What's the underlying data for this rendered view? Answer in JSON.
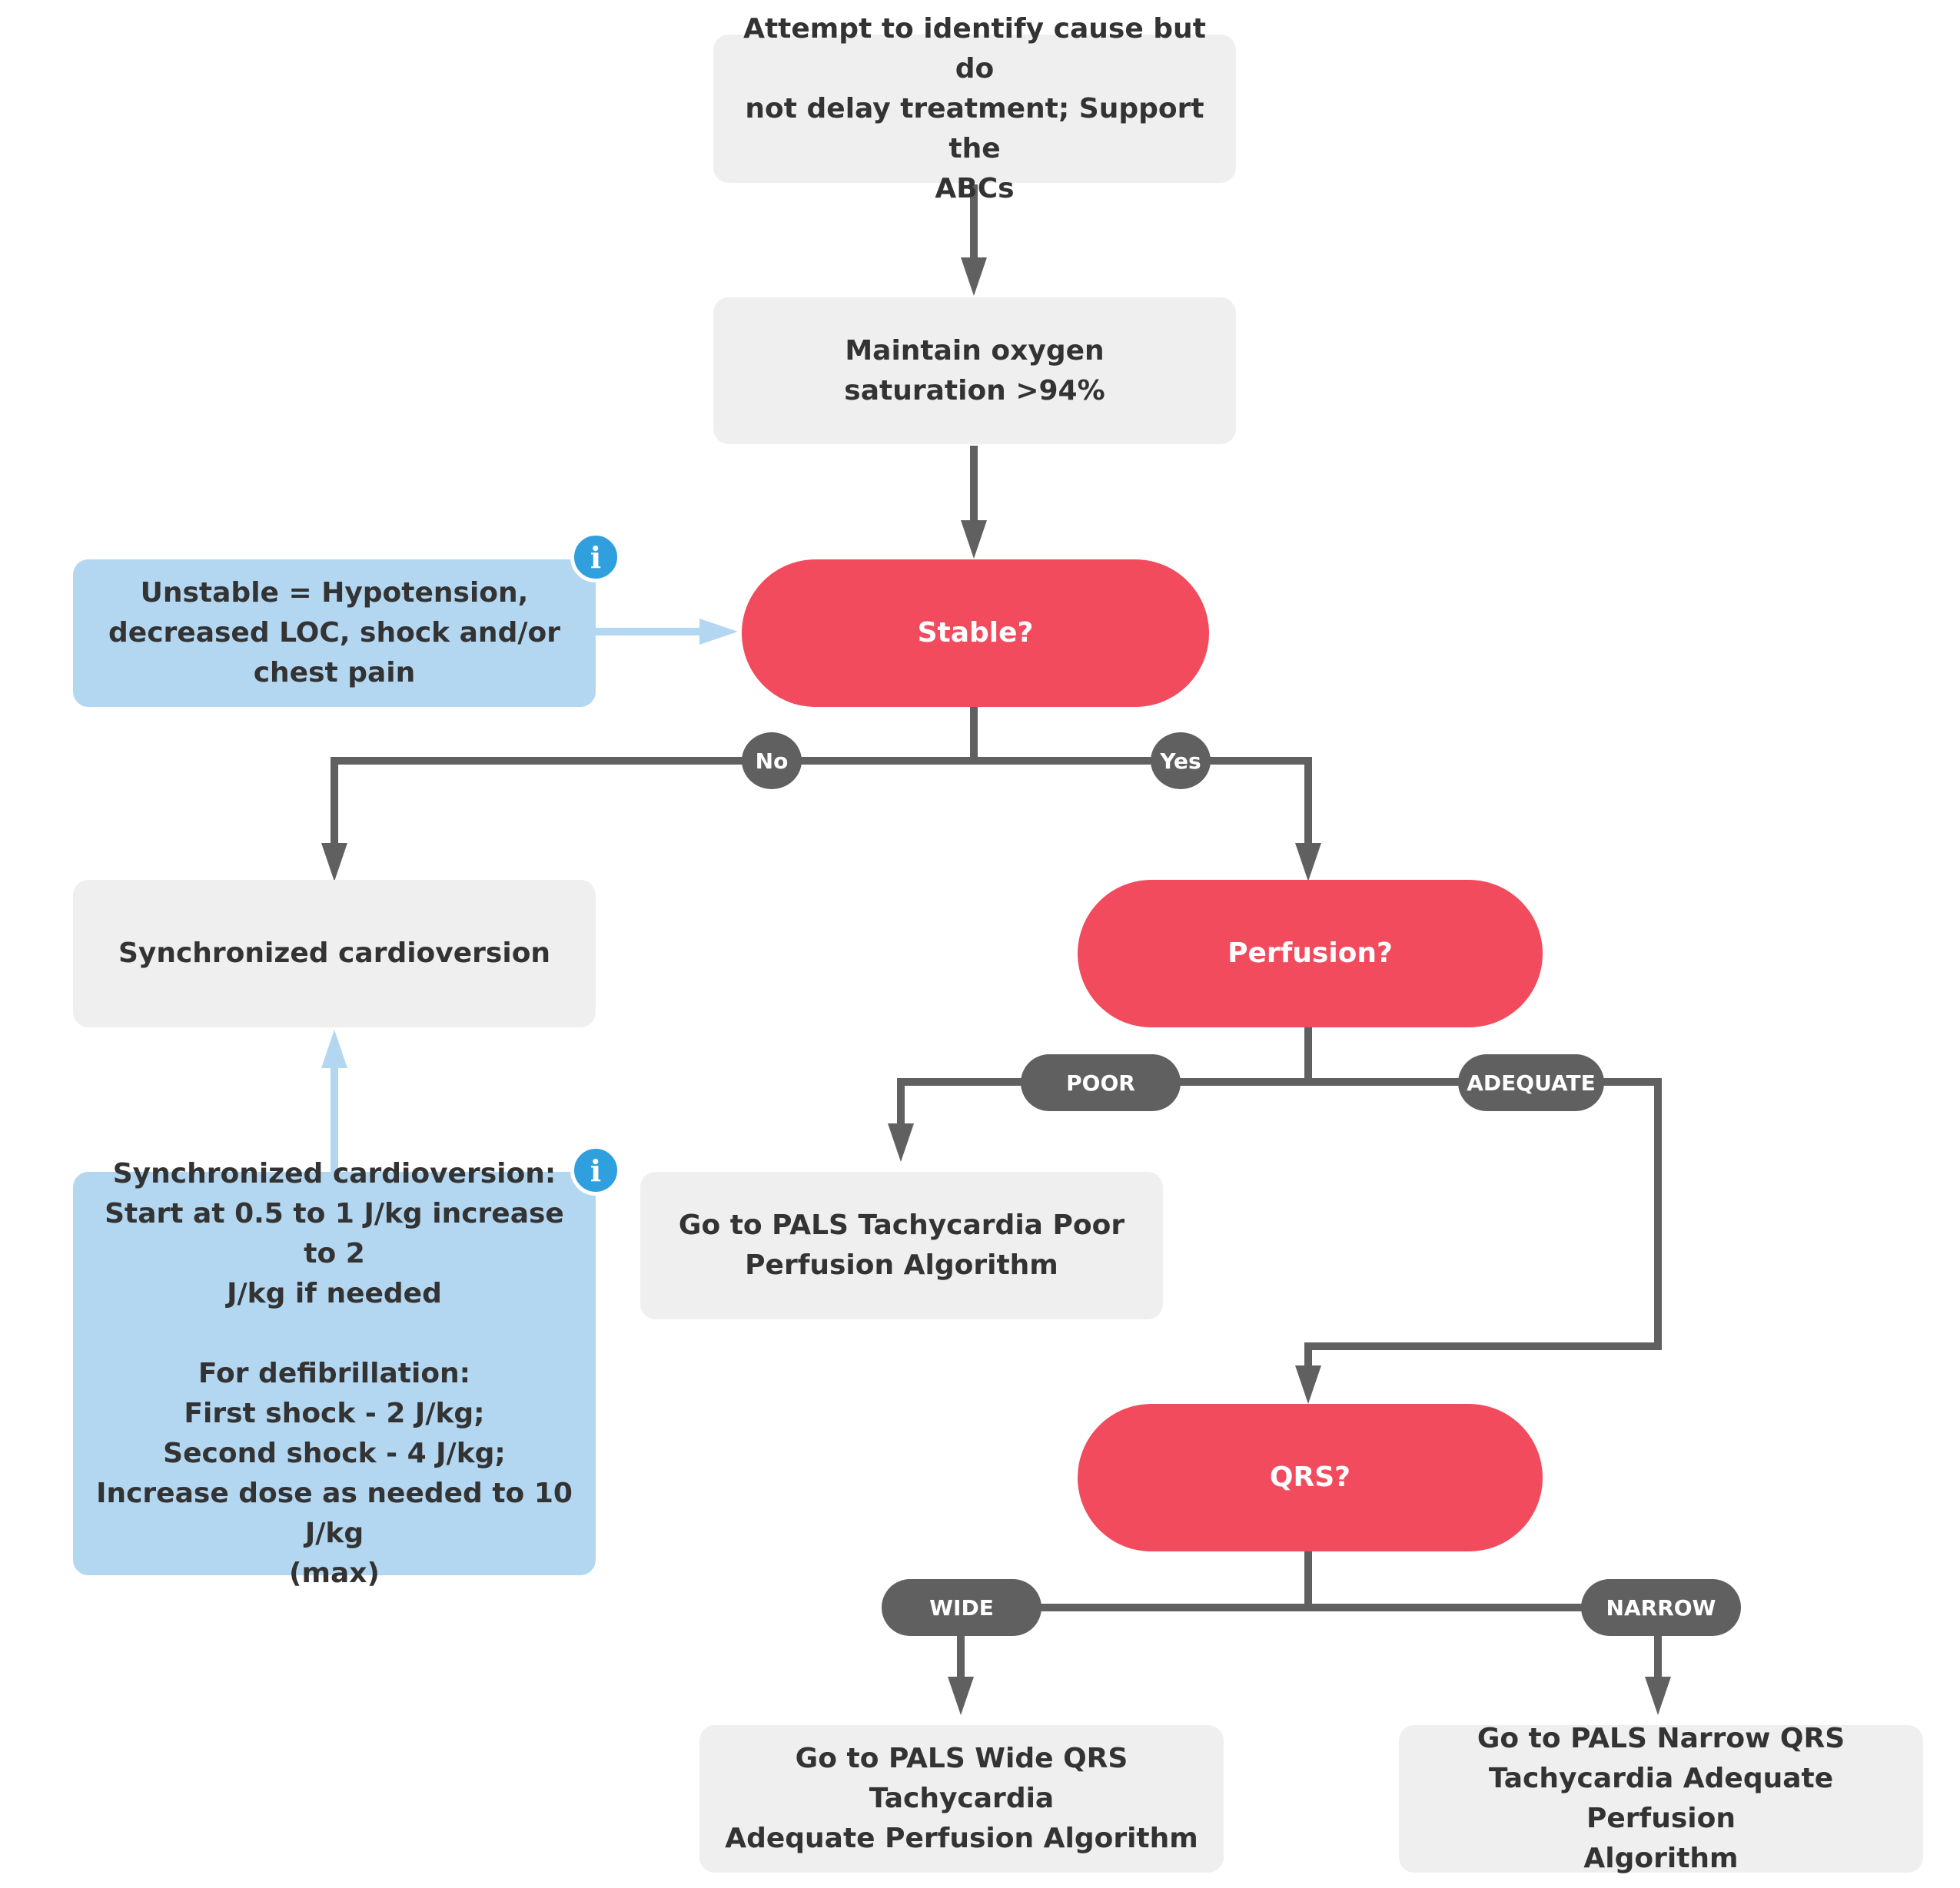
{
  "colors": {
    "process_box": "#efefef",
    "info_box": "#b3d6f1",
    "decision": "#f24b5d",
    "connector": "#606060",
    "info_connector": "#b3d6f1",
    "info_icon": "#2f9fdd"
  },
  "nodes": {
    "cause": "Attempt to identify cause but do\nnot delay treatment; Support the\nABCs",
    "oxygen": "Maintain oxygen\nsaturation >94%",
    "stable": "Stable?",
    "unstable_info": "Unstable = Hypotension,\ndecreased LOC, shock and/or\nchest pain",
    "cardioversion": "Synchronized cardioversion",
    "perfusion": "Perfusion?",
    "dose_info": "Synchronized cardioversion:\nStart at 0.5 to 1 J/kg increase to 2\nJ/kg if needed\n\nFor defibrillation:\nFirst shock - 2 J/kg;\nSecond shock - 4 J/kg;\nIncrease dose as needed to 10 J/kg\n(max)",
    "poor_perfusion": "Go to PALS Tachycardia Poor\nPerfusion Algorithm",
    "qrs": "QRS?",
    "wide_qrs": "Go to PALS Wide QRS Tachycardia\nAdequate Perfusion Algorithm",
    "narrow_qrs": "Go to PALS Narrow QRS\nTachycardia Adequate Perfusion\nAlgorithm"
  },
  "labels": {
    "no": "No",
    "yes": "Yes",
    "poor": "POOR",
    "adequate": "ADEQUATE",
    "wide": "WIDE",
    "narrow": "NARROW"
  },
  "icons": {
    "info_glyph": "i",
    "info_icon_name": "info-icon"
  }
}
